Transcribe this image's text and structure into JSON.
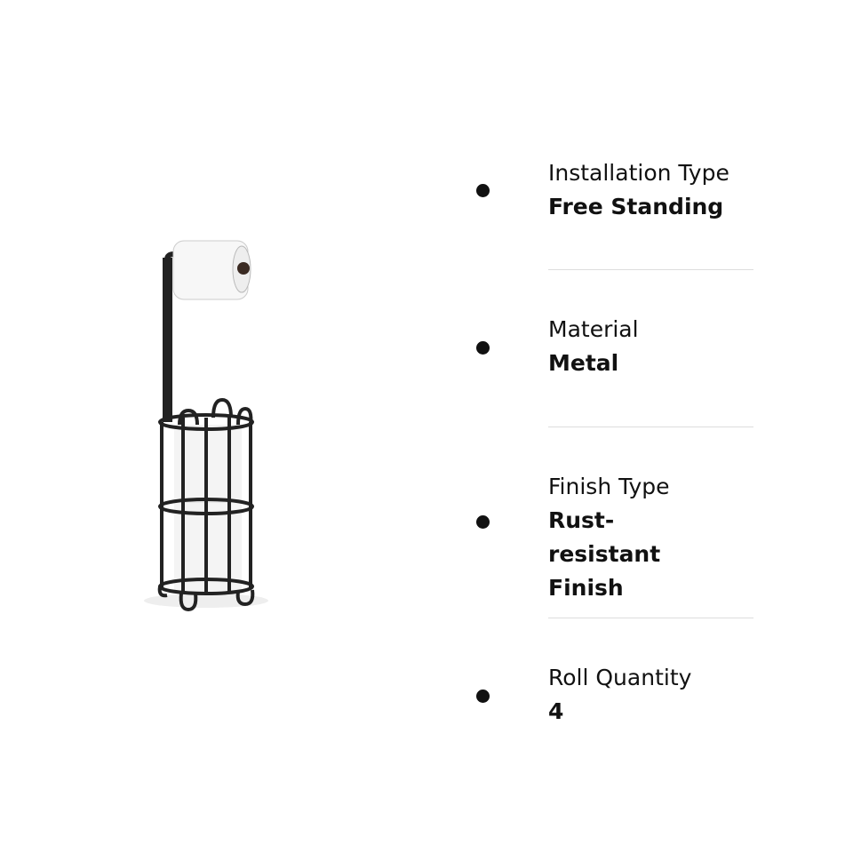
{
  "specs": [
    {
      "label": "Installation Type",
      "value": "Free Standing"
    },
    {
      "label": "Material",
      "value": "Metal"
    },
    {
      "label": "Finish Type",
      "value": "Rust-resistant Finish"
    },
    {
      "label": "Roll Quantity",
      "value": "4"
    }
  ]
}
